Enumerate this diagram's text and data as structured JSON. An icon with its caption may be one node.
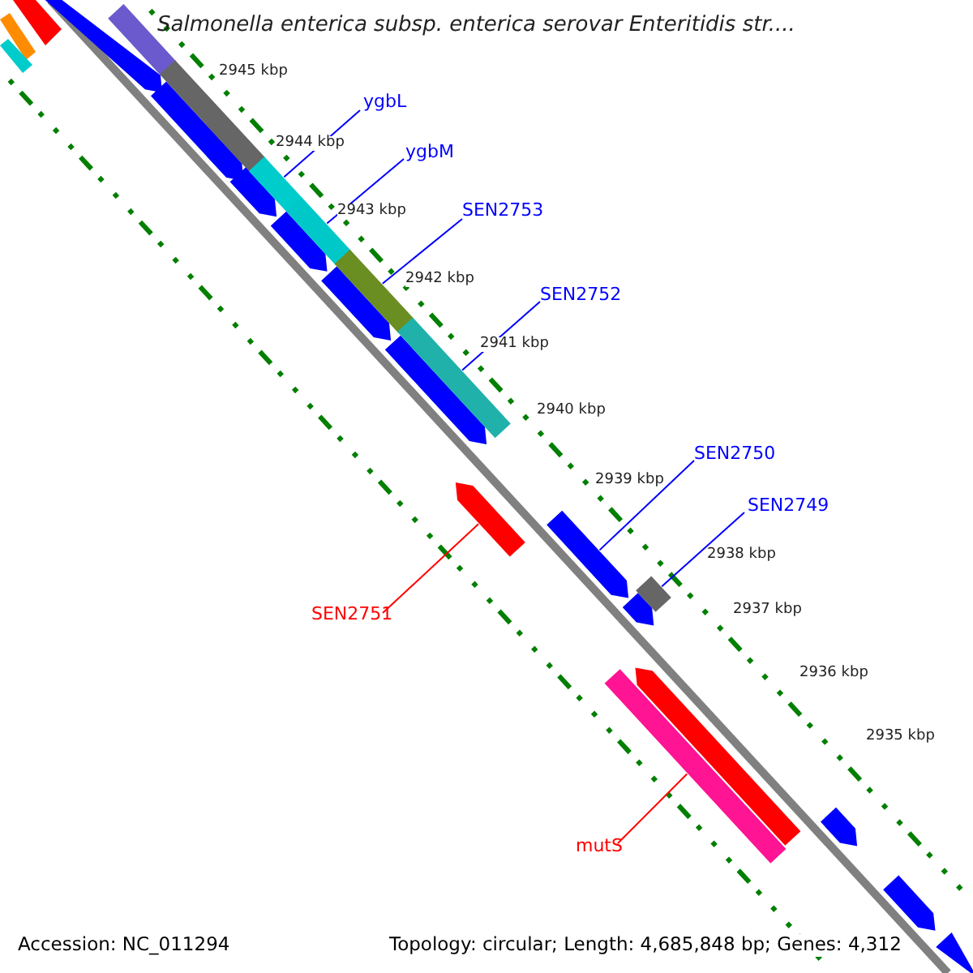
{
  "diagram": {
    "title": "Salmonella enterica subsp. enterica serovar Enteritidis str....",
    "nodes": [
      {
        "text": [
          "ygbL"
        ]
      },
      {
        "text": [
          "ygbM"
        ]
      },
      {
        "text": [
          "SEN2753"
        ]
      },
      {
        "text": [
          "SEN2752"
        ]
      },
      {
        "text": [
          "SEN2750"
        ]
      },
      {
        "text": [
          "SEN2749"
        ]
      },
      {
        "text": [
          "SEN2751"
        ]
      },
      {
        "text": [
          "mutS"
        ]
      },
      {
        "text": [],
        "shape": "bar"
      },
      {
        "text": [],
        "shape": "bar"
      },
      {
        "text": [],
        "shape": "bar"
      },
      {
        "text": [],
        "shape": "arrow"
      },
      {
        "text": [],
        "shape": "bar"
      },
      {
        "text": [],
        "shape": "arrow"
      },
      {
        "text": [],
        "shape": "bar"
      },
      {
        "text": [],
        "shape": "arrow"
      },
      {
        "text": [],
        "shape": "bar"
      },
      {
        "text": [],
        "shape": "arrow"
      },
      {
        "text": [],
        "shape": "bar"
      },
      {
        "text": [],
        "shape": "arrow"
      },
      {
        "text": [],
        "shape": "bar"
      },
      {
        "text": [],
        "shape": "arrow"
      },
      {
        "text": [],
        "shape": "bar"
      },
      {
        "text": [],
        "shape": "arrow"
      },
      {
        "text": [],
        "shape": "arrow"
      },
      {
        "text": [],
        "shape": "bar"
      },
      {
        "text": [],
        "shape": "arrow"
      },
      {
        "text": [],
        "shape": "arrow"
      },
      {
        "text": [],
        "shape": "bar"
      },
      {
        "text": [],
        "shape": "arrow"
      },
      {
        "text": [],
        "shape": "arrow"
      },
      {
        "text": [],
        "shape": "arrow"
      }
    ],
    "edges": [
      {
        "from": 0,
        "to": 16,
        "arrow": "none"
      },
      {
        "from": 1,
        "to": 18,
        "arrow": "none"
      },
      {
        "from": 2,
        "to": 20,
        "arrow": "none"
      },
      {
        "from": 3,
        "to": 22,
        "arrow": "none"
      },
      {
        "from": 4,
        "to": 24,
        "arrow": "none"
      },
      {
        "from": 5,
        "to": 28,
        "arrow": "none"
      },
      {
        "from": 6,
        "to": 23,
        "arrow": "none",
        "color": "#ff0000"
      },
      {
        "from": 7,
        "to": 25,
        "arrow": "none",
        "color": "#ff0000"
      }
    ],
    "labels": [
      "2945 kbp",
      "2944 kbp",
      "2943 kbp",
      "2942 kbp",
      "2941 kbp",
      "2940 kbp",
      "2939 kbp",
      "2938 kbp",
      "2937 kbp",
      "2936 kbp",
      "2935 kbp",
      "Accession: NC_011294",
      "Topology: circular; Length: 4,685,848 bp; Genes: 4,312"
    ]
  }
}
